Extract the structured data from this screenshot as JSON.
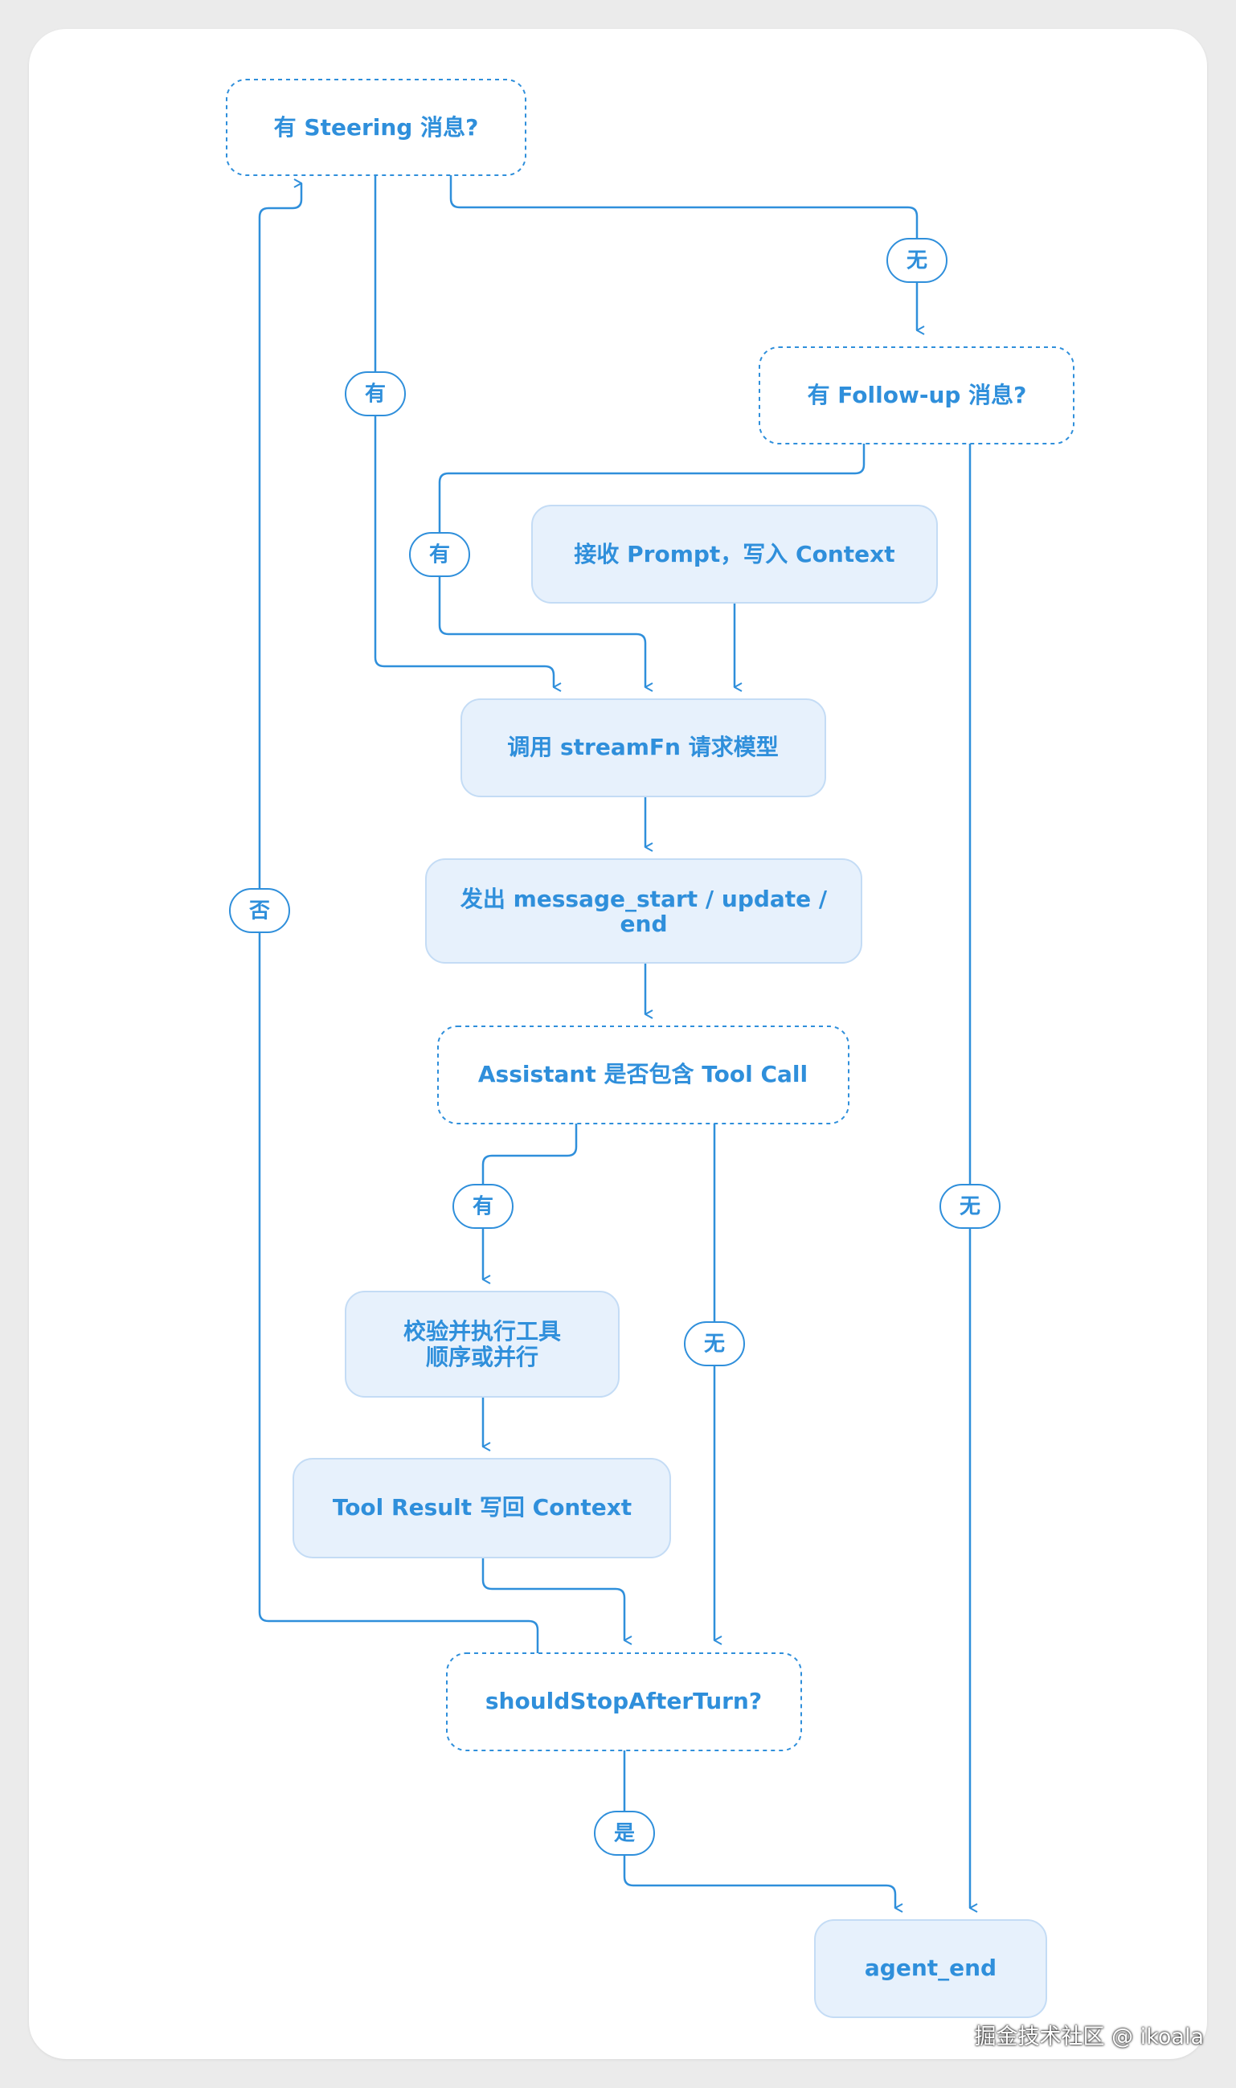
{
  "nodes": {
    "steering": "有 Steering 消息?",
    "followup": "有 Follow-up 消息?",
    "prompt": "接收 Prompt，写入 Context",
    "stream": "调用 streamFn 请求模型",
    "emit_line1": "发出 message_start / update /",
    "emit_line2": "end",
    "toolcall": "Assistant 是否包含 Tool Call",
    "exec_line1": "校验并执行工具",
    "exec_line2": "顺序或并行",
    "result": "Tool Result 写回 Context",
    "stop": "shouldStopAfterTurn?",
    "end": "agent_end"
  },
  "edge_labels": {
    "steering_no": "无",
    "steering_yes": "有",
    "followup_yes": "有",
    "stop_no": "否",
    "toolcall_yes": "有",
    "toolcall_no": "无",
    "followup_no": "无",
    "stop_yes": "是"
  },
  "colors": {
    "accent": "#2f8fdb",
    "box_fill": "#e7f1fc",
    "box_border": "#c4dcf5",
    "background": "#ffffff"
  },
  "watermark": "掘金技术社区 @ ikoala"
}
